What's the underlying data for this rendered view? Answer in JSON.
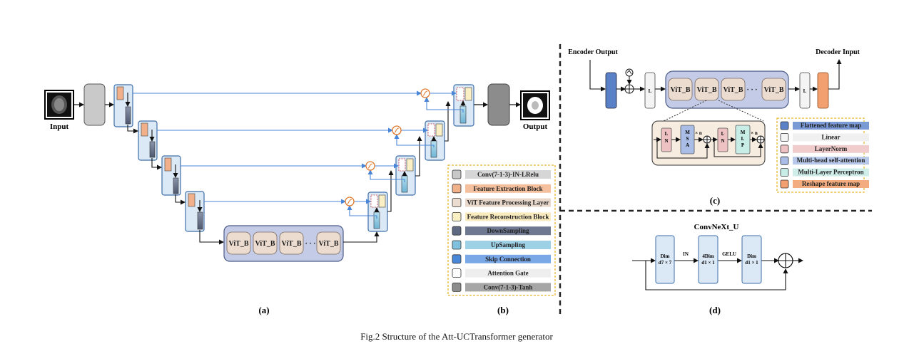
{
  "labels": {
    "input": "Input",
    "output": "Output",
    "encoder_output": "Encoder Output",
    "decoder_input": "Decoder Input",
    "convnext_title": "ConvNeXt_U",
    "panel_a": "(a)",
    "panel_b": "(b)",
    "panel_c": "(c)",
    "panel_d": "(d)",
    "caption": "Fig.2 Structure of the Att-UCTransformer generator",
    "vit_block": "ViT_B",
    "ellipsis": "· · ·",
    "linear_short": "L",
    "ln": "L N",
    "msa": "M S A",
    "mlp": "M L P",
    "times_n": "× n",
    "in_label": "IN",
    "gelu_label": "GELU",
    "dim1": "Dim",
    "dim1_sub": "d7 × 7",
    "dim2": "4Dim",
    "dim2_sub": "d1 × 1",
    "dim3": "Dim",
    "dim3_sub": "d1 × 1"
  },
  "legend_b": [
    {
      "label": "Conv(7-1-3)-IN-LRelu",
      "swatch": "#c8c8c8",
      "bar": "#d6d6d6"
    },
    {
      "label": "Feature Extraction Block",
      "swatch": "#f2b08a",
      "bar": "#f5c09e"
    },
    {
      "label": "ViT Feature Processing Layer",
      "swatch": "#ecdcd0",
      "bar": "#e8d8cc"
    },
    {
      "label": "Feature Reconstruction Block",
      "swatch": "#fbefc4",
      "bar": "#faebbf"
    },
    {
      "label": "DownSampling",
      "swatch": "#5e6880",
      "bar": "#6e7890"
    },
    {
      "label": "UpSampling",
      "swatch": "#7fc0dc",
      "bar": "#9ed0e6"
    },
    {
      "label": "Skip Connection",
      "swatch": "#4a86d8",
      "bar": "#7aa8e6"
    },
    {
      "label": "Attention Gate",
      "swatch": "#ffffff",
      "bar": "#eeeeee"
    },
    {
      "label": "Conv(7-1-3)-Tanh",
      "swatch": "#8c8c8c",
      "bar": "#a6a6a6"
    }
  ],
  "legend_c": [
    {
      "label": "Flattened feature map",
      "swatch": "#5a80c8",
      "bar": "#7a9ad6"
    },
    {
      "label": "Linear",
      "swatch": "#f4f4f4",
      "bar": "#f0f0f0"
    },
    {
      "label": "LayerNorm",
      "swatch": "#eec2c2",
      "bar": "#f0cccc"
    },
    {
      "label": "Multi-head self-attention",
      "swatch": "#a9bde6",
      "bar": "#b8c8ea"
    },
    {
      "label": "Multi-Layer Perceptron",
      "swatch": "#c8ece6",
      "bar": "#cfeeea"
    },
    {
      "label": "Reshape feature map",
      "swatch": "#f2a070",
      "bar": "#f3ac80"
    }
  ],
  "colors": {
    "skip": "#4a86d8",
    "panel_blue": "#dbe8f6",
    "legend_border": "#e8b830",
    "vit_container": "#c3cbe6"
  }
}
